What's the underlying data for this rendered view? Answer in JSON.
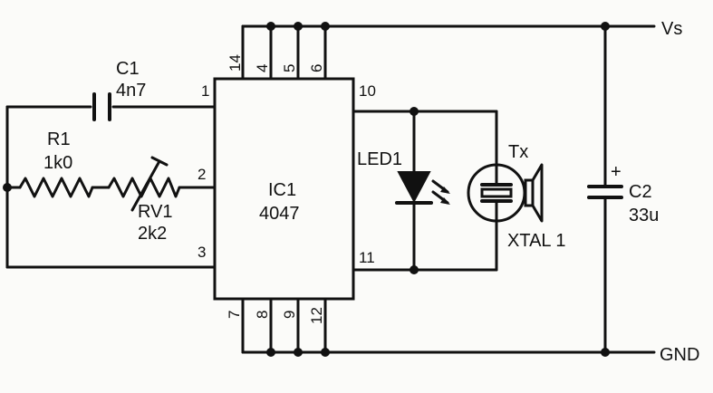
{
  "rails": {
    "supply": "Vs",
    "ground": "GND"
  },
  "ic": {
    "ref": "IC1",
    "part": "4047",
    "pins": {
      "p1": "1",
      "p2": "2",
      "p3": "3",
      "p4": "4",
      "p5": "5",
      "p6": "6",
      "p7": "7",
      "p8": "8",
      "p9": "9",
      "p10": "10",
      "p11": "11",
      "p12": "12",
      "p14": "14"
    }
  },
  "c1": {
    "ref": "C1",
    "value": "4n7"
  },
  "r1": {
    "ref": "R1",
    "value": "1k0"
  },
  "rv1": {
    "ref": "RV1",
    "value": "2k2"
  },
  "led1": {
    "ref": "LED1"
  },
  "xtal": {
    "ref": "Tx",
    "name": "XTAL 1"
  },
  "c2": {
    "ref": "C2",
    "value": "33u",
    "polarity": "+"
  }
}
